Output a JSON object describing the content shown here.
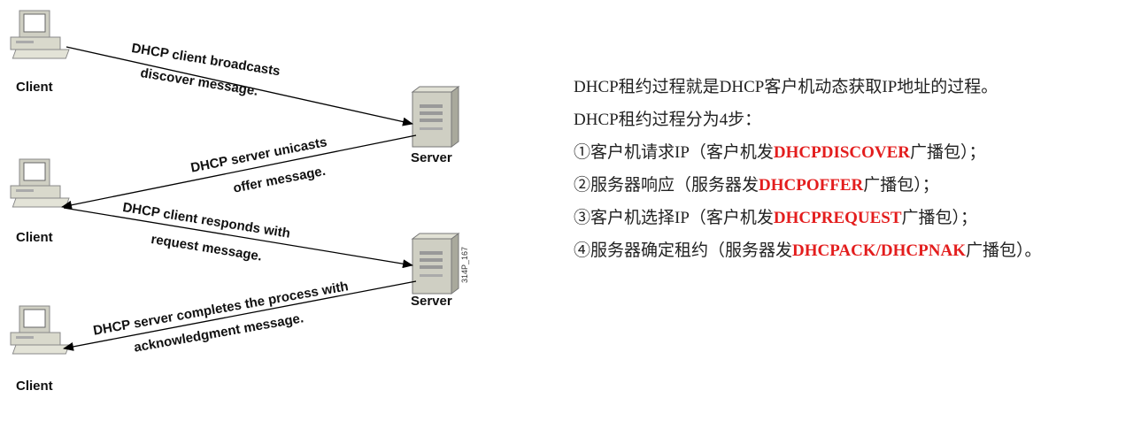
{
  "diagram": {
    "nodes": {
      "client_1": "Client",
      "client_2": "Client",
      "client_3": "Client",
      "server_1": "Server",
      "server_2": "Server"
    },
    "figure_code": "314P_167",
    "messages": [
      {
        "line1": "DHCP client broadcasts",
        "line2": "discover message."
      },
      {
        "line1": "DHCP server unicasts",
        "line2": "offer message."
      },
      {
        "line1": "DHCP client responds with",
        "line2": "request message."
      },
      {
        "line1": "DHCP server completes the process with",
        "line2": "acknowledgment message."
      }
    ]
  },
  "text": {
    "line1": "DHCP租约过程就是DHCP客户机动态获取IP地址的过程。",
    "line2": "DHCP租约过程分为4步：",
    "steps": [
      {
        "before": "①客户机请求IP（客户机发",
        "highlight": "DHCPDISCOVER",
        "after": "广播包）；"
      },
      {
        "before": "②服务器响应（服务器发",
        "highlight": "DHCPOFFER",
        "after": "广播包）；"
      },
      {
        "before": "③客户机选择IP（客户机发",
        "highlight": "DHCPREQUEST",
        "after": "广播包）；"
      },
      {
        "before": "④服务器确定租约（服务器发",
        "highlight": "DHCPACK/DHCPNAK",
        "after": "广播包）。"
      }
    ]
  },
  "colors": {
    "highlight": "#e31d1d",
    "body_text": "#222222"
  }
}
